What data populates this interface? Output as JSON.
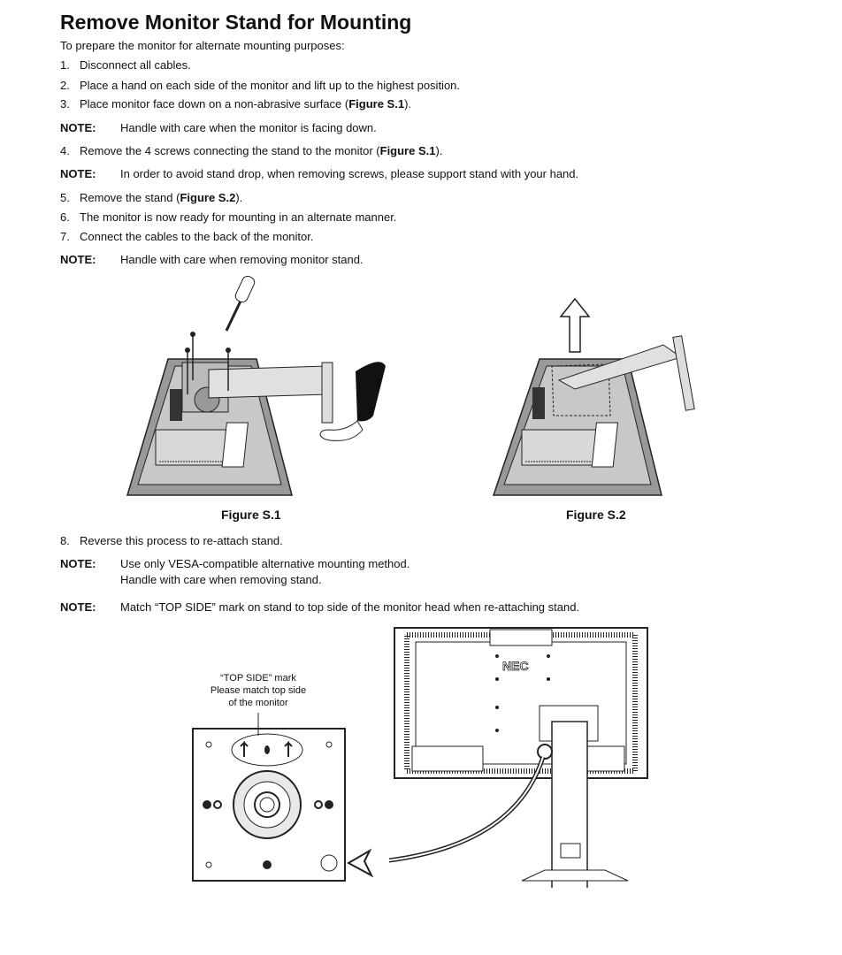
{
  "title": "Remove Monitor Stand for Mounting",
  "intro": "To prepare the monitor for alternate mounting purposes:",
  "steps": [
    {
      "num": "1.",
      "text": "Disconnect all cables."
    },
    {
      "num": "2.",
      "text": "Place a hand on each side of the monitor and lift up to the highest position."
    },
    {
      "num": "3.",
      "pre": "Place monitor face down on a non-abrasive surface (",
      "bold": "Figure S.1",
      "post": ")."
    },
    {
      "num": "4.",
      "pre": "Remove the 4 screws connecting the stand to the monitor (",
      "bold": "Figure S.1",
      "post": ")."
    },
    {
      "num": "5.",
      "pre": "Remove the stand (",
      "bold": "Figure S.2",
      "post": ")."
    },
    {
      "num": "6.",
      "text": "The monitor is now ready for mounting in an alternate manner."
    },
    {
      "num": "7.",
      "text": "Connect the cables to the back of the monitor."
    },
    {
      "num": "8.",
      "text": "Reverse this process to re-attach stand."
    }
  ],
  "notes": {
    "label": "NOTE:",
    "n1": "Handle with care when the monitor is facing down.",
    "n2": "In order to avoid stand drop, when removing screws, please support stand with your hand.",
    "n3": "Handle with care when removing monitor stand.",
    "n4a": "Use only VESA-compatible alternative mounting method.",
    "n4b": "Handle with care when removing stand.",
    "n5": "Match “TOP SIDE” mark on stand to top side of the monitor head when re-attaching stand."
  },
  "figures": {
    "s1": "Figure S.1",
    "s2": "Figure S.2"
  },
  "callout": {
    "line1": "“TOP SIDE” mark",
    "line2": "Please match top side",
    "line3": "of the monitor"
  },
  "logo_text": "NEC",
  "colors": {
    "line_art_dark": "#222222",
    "panel_gray": "#999999",
    "light_gray": "#d8d8d8"
  }
}
